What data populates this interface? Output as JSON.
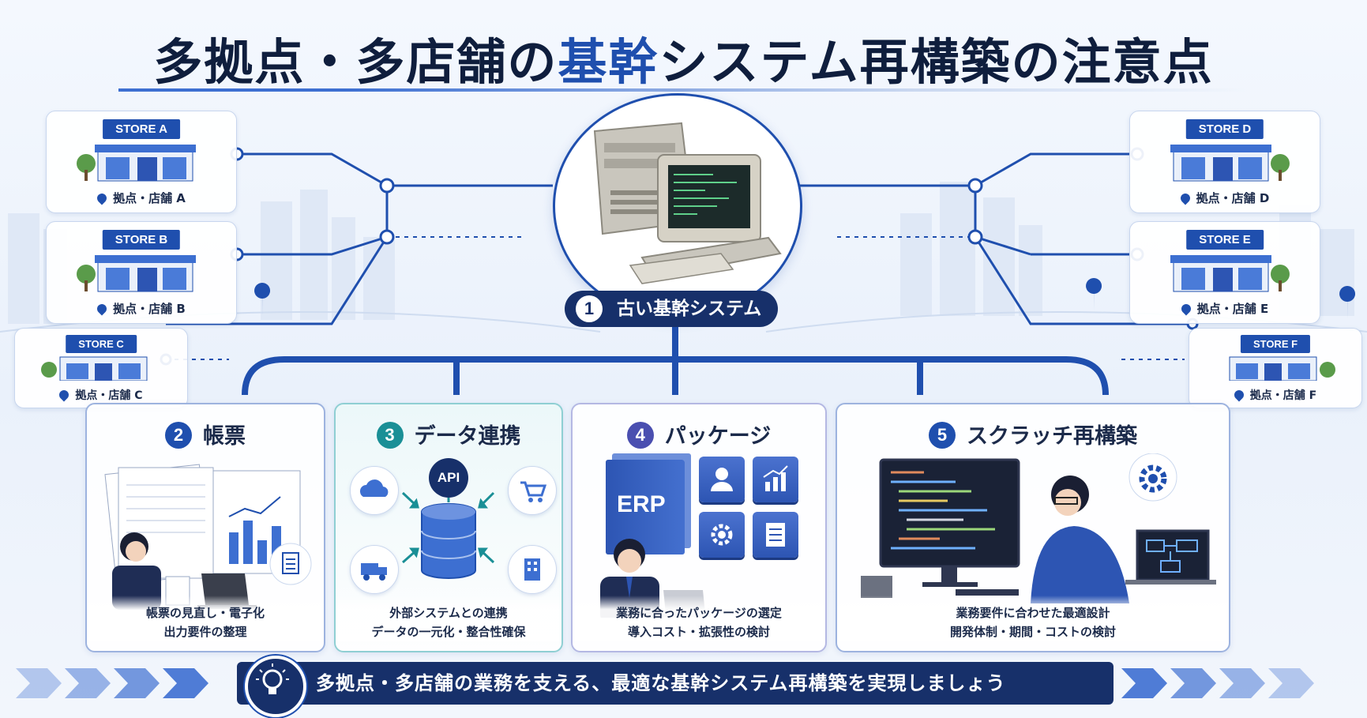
{
  "title": {
    "part1": "多拠点・多店舗の",
    "highlight": "基幹",
    "part2": "システム再構築の注意点"
  },
  "stores": [
    {
      "sign": "STORE A",
      "label": "拠点・店舗 A"
    },
    {
      "sign": "STORE B",
      "label": "拠点・店舗 B"
    },
    {
      "sign": "STORE C",
      "label": "拠点・店舗 C"
    },
    {
      "sign": "STORE D",
      "label": "拠点・店舗 D"
    },
    {
      "sign": "STORE E",
      "label": "拠点・店舗 E"
    },
    {
      "sign": "STORE F",
      "label": "拠点・店舗 F"
    }
  ],
  "center": {
    "num": "1",
    "label": "古い基幹システム"
  },
  "topics": [
    {
      "num": "2",
      "title": "帳票",
      "desc1": "帳票の見直し・電子化",
      "desc2": "出力要件の整理"
    },
    {
      "num": "3",
      "title": "データ連携",
      "api": "API",
      "desc1": "外部システムとの連携",
      "desc2": "データの一元化・整合性確保"
    },
    {
      "num": "4",
      "title": "パッケージ",
      "box": "ERP",
      "desc1": "業務に合ったパッケージの選定",
      "desc2": "導入コスト・拡張性の検討"
    },
    {
      "num": "5",
      "title": "スクラッチ再構築",
      "desc1": "業務要件に合わせた最適設計",
      "desc2": "開発体制・期間・コストの検討"
    }
  ],
  "banner": "多拠点・多店舗の業務を支える、最適な基幹システム再構築を実現しましょう",
  "colors": {
    "navy": "#17306a",
    "accent": "#1f4fae",
    "teal": "#1a8f96",
    "purple": "#4a4fb0",
    "panelBorder": "#9db3df"
  }
}
